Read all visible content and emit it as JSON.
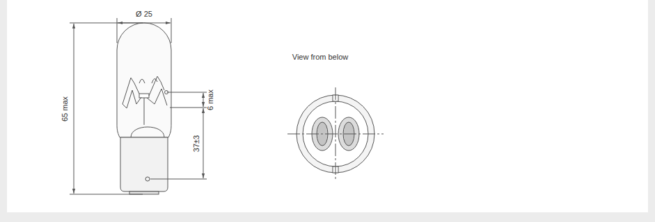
{
  "diagram": {
    "labels": [
      "Ø 25",
      "65 max",
      "6 max",
      "37±3",
      "View from below"
    ]
  }
}
